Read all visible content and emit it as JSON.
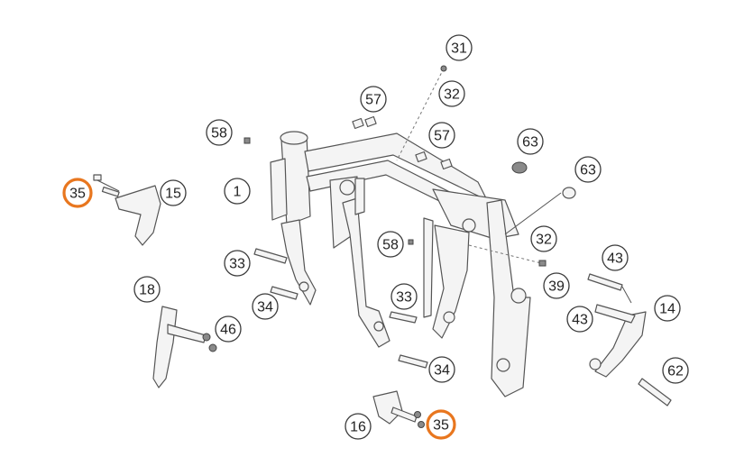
{
  "highlight_color": "#e8761e",
  "callouts": [
    {
      "id": "c31",
      "label": "31",
      "highlight": false
    },
    {
      "id": "c32a",
      "label": "32",
      "highlight": false
    },
    {
      "id": "c57a",
      "label": "57",
      "highlight": false
    },
    {
      "id": "c57b",
      "label": "57",
      "highlight": false
    },
    {
      "id": "c58a",
      "label": "58",
      "highlight": false
    },
    {
      "id": "c63a",
      "label": "63",
      "highlight": false
    },
    {
      "id": "c63b",
      "label": "63",
      "highlight": false
    },
    {
      "id": "c35a",
      "label": "35",
      "highlight": true
    },
    {
      "id": "c15",
      "label": "15",
      "highlight": false
    },
    {
      "id": "c1",
      "label": "1",
      "highlight": false
    },
    {
      "id": "c58b",
      "label": "58",
      "highlight": false
    },
    {
      "id": "c32b",
      "label": "32",
      "highlight": false
    },
    {
      "id": "c33a",
      "label": "33",
      "highlight": false
    },
    {
      "id": "c43a",
      "label": "43",
      "highlight": false
    },
    {
      "id": "c39",
      "label": "39",
      "highlight": false
    },
    {
      "id": "c18",
      "label": "18",
      "highlight": false
    },
    {
      "id": "c34a",
      "label": "34",
      "highlight": false
    },
    {
      "id": "c33b",
      "label": "33",
      "highlight": false
    },
    {
      "id": "c14",
      "label": "14",
      "highlight": false
    },
    {
      "id": "c43b",
      "label": "43",
      "highlight": false
    },
    {
      "id": "c46",
      "label": "46",
      "highlight": false
    },
    {
      "id": "c34b",
      "label": "34",
      "highlight": false
    },
    {
      "id": "c62",
      "label": "62",
      "highlight": false
    },
    {
      "id": "c16",
      "label": "16",
      "highlight": false
    },
    {
      "id": "c35b",
      "label": "35",
      "highlight": true
    }
  ]
}
